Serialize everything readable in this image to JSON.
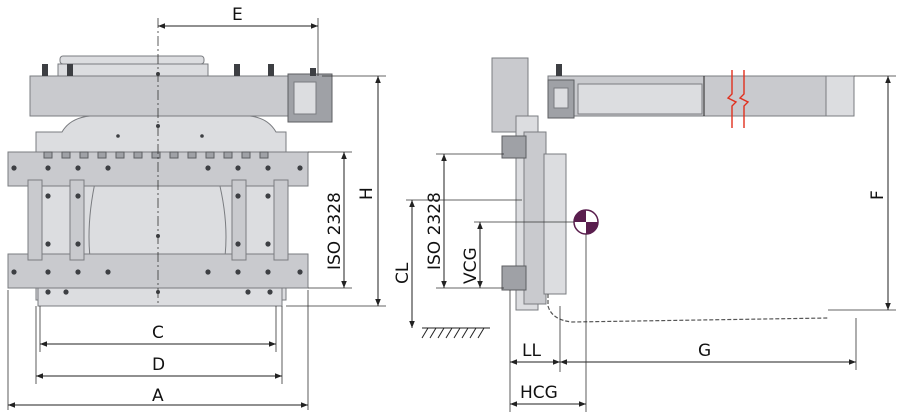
{
  "labels": {
    "A": "A",
    "C": "C",
    "D": "D",
    "E": "E",
    "H": "H",
    "iso_left": "ISO 2328",
    "iso_right": "ISO 2328",
    "CL": "CL",
    "VCG": "VCG",
    "F": "F",
    "G": "G",
    "LL": "LL",
    "HCG": "HCG"
  },
  "colors": {
    "body": "#c9cace",
    "accent_red": "#e0301e",
    "cog_purple": "#5a1e4e"
  }
}
